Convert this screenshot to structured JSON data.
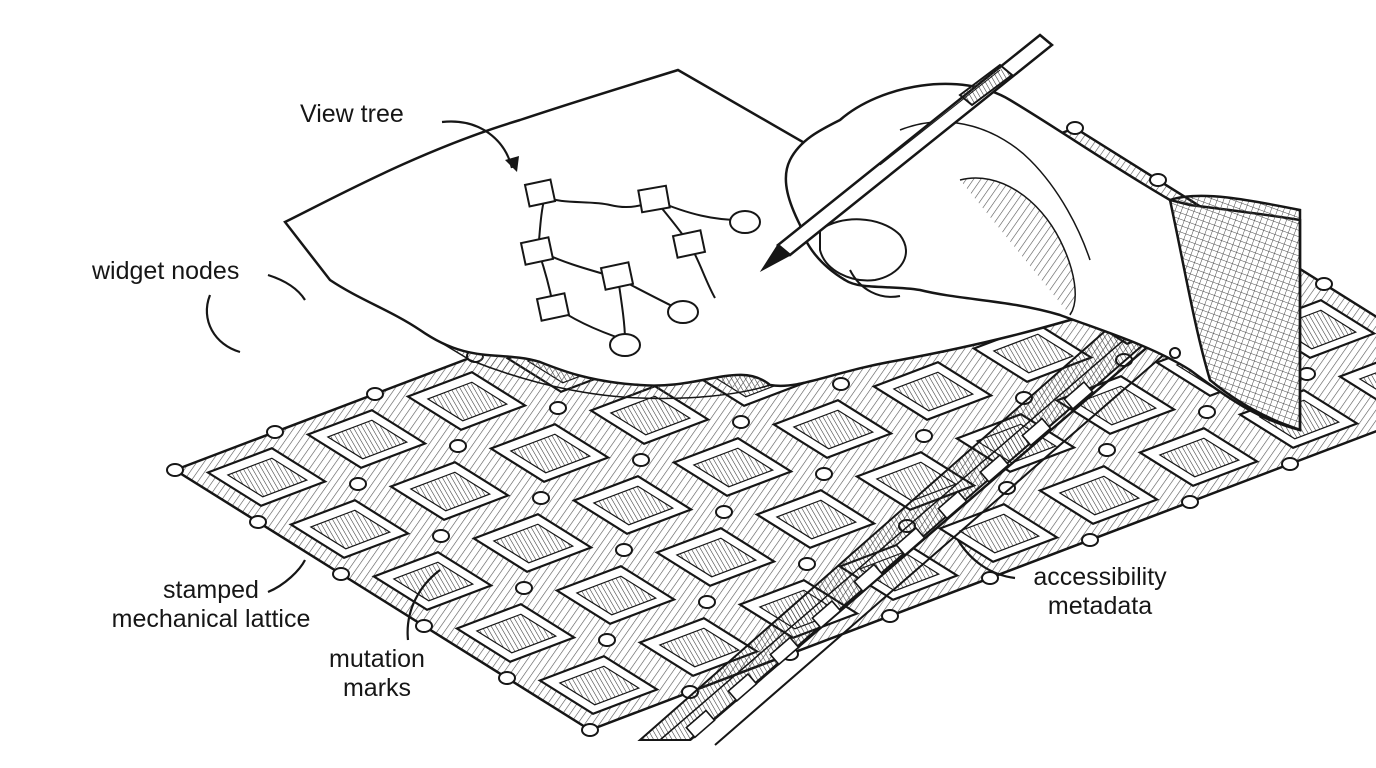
{
  "labels": {
    "view_tree": "View tree",
    "widget_nodes": "widget nodes",
    "stamped_lattice": "stamped\nmechanical lattice",
    "mutation_marks": "mutation\nmarks",
    "accessibility_metadata": "accessibility\nmetadata"
  },
  "colors": {
    "ink": "#161616",
    "paper": "#ffffff",
    "hatch": "#555555"
  },
  "icons": {
    "hand": "hand-with-pen-icon",
    "pen": "pen-icon"
  }
}
